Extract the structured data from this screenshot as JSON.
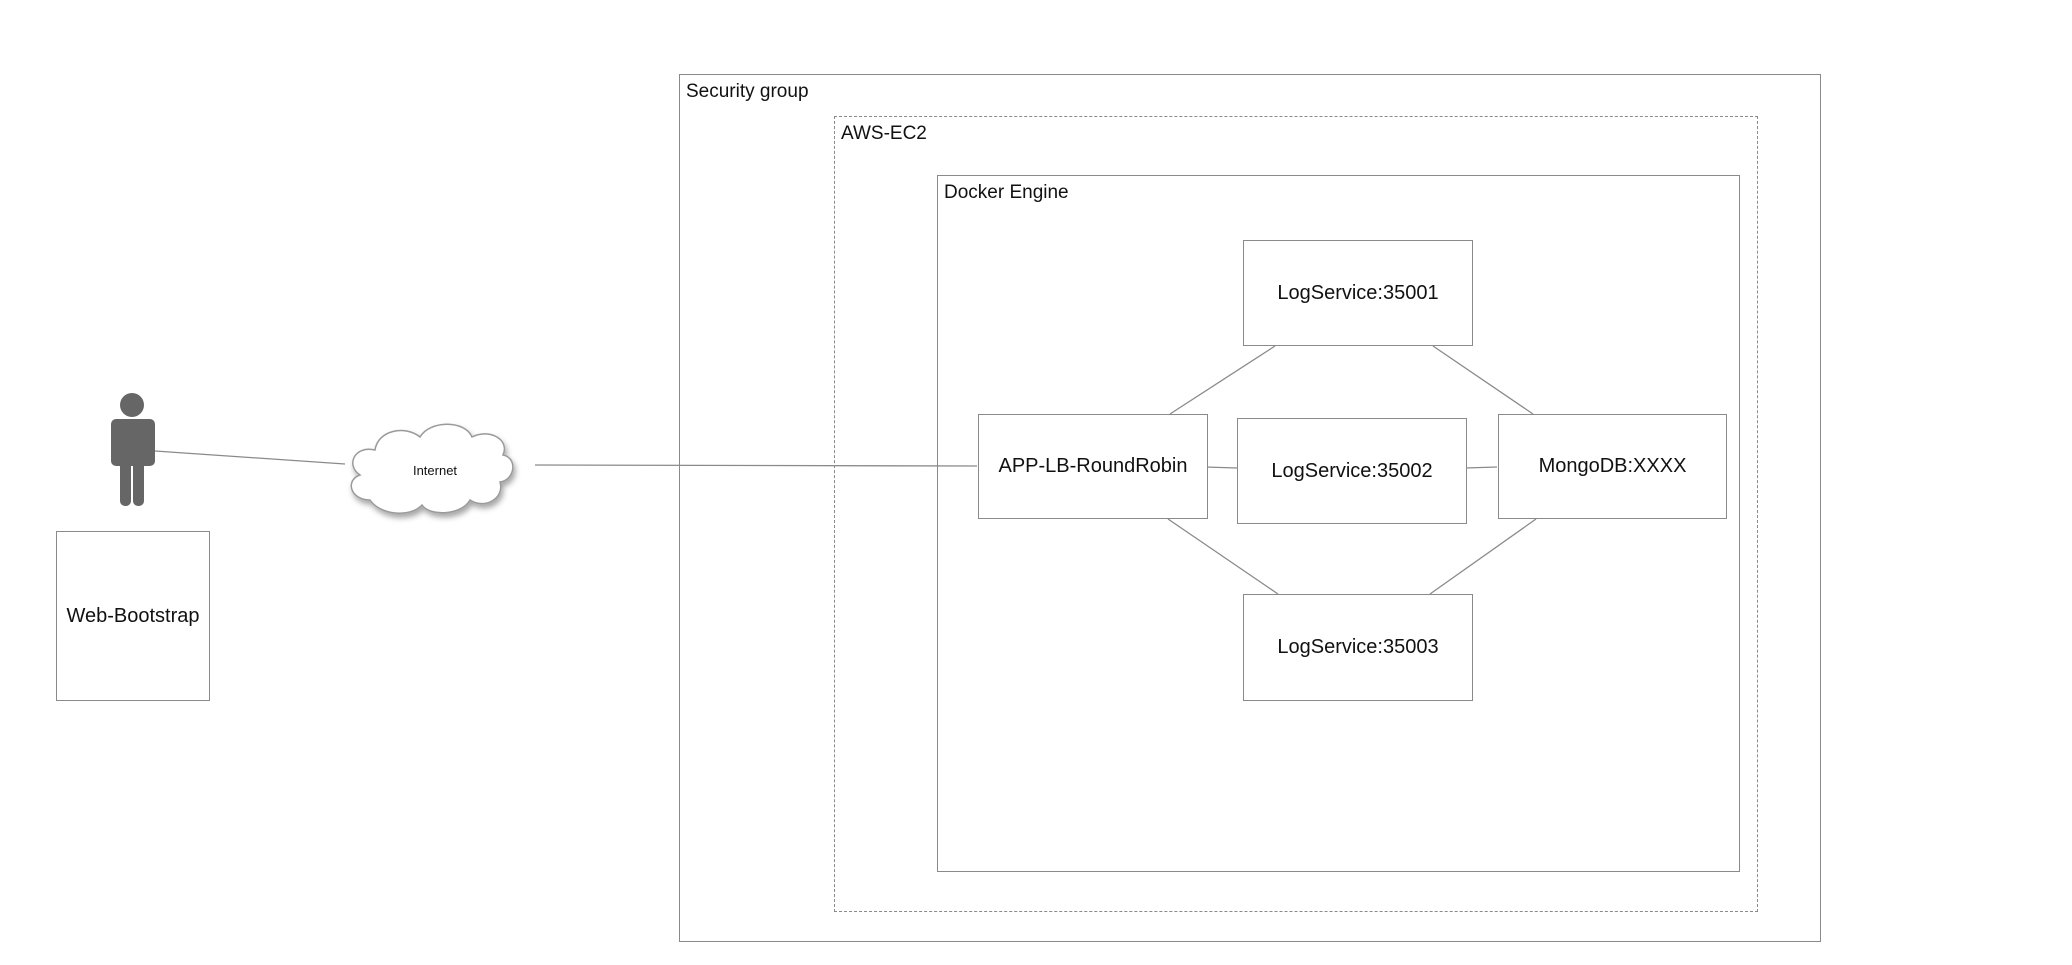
{
  "diagram": {
    "containers": {
      "security_group": "Security group",
      "aws_ec2": "AWS-EC2",
      "docker_engine": "Docker Engine"
    },
    "nodes": {
      "web_bootstrap": "Web-Bootstrap",
      "internet": "Internet",
      "app_lb": "APP-LB-RoundRobin",
      "log_service_1": "LogService:35001",
      "log_service_2": "LogService:35002",
      "log_service_3": "LogService:35003",
      "mongodb": "MongoDB:XXXX"
    },
    "edges": [
      {
        "from": "user",
        "to": "internet"
      },
      {
        "from": "internet",
        "to": "app_lb"
      },
      {
        "from": "app_lb",
        "to": "log_service_1"
      },
      {
        "from": "app_lb",
        "to": "log_service_2"
      },
      {
        "from": "app_lb",
        "to": "log_service_3"
      },
      {
        "from": "log_service_1",
        "to": "mongodb"
      },
      {
        "from": "log_service_2",
        "to": "mongodb"
      },
      {
        "from": "log_service_3",
        "to": "mongodb"
      }
    ],
    "colors": {
      "stroke": "#8a8a8a",
      "user_icon": "#666666"
    }
  }
}
